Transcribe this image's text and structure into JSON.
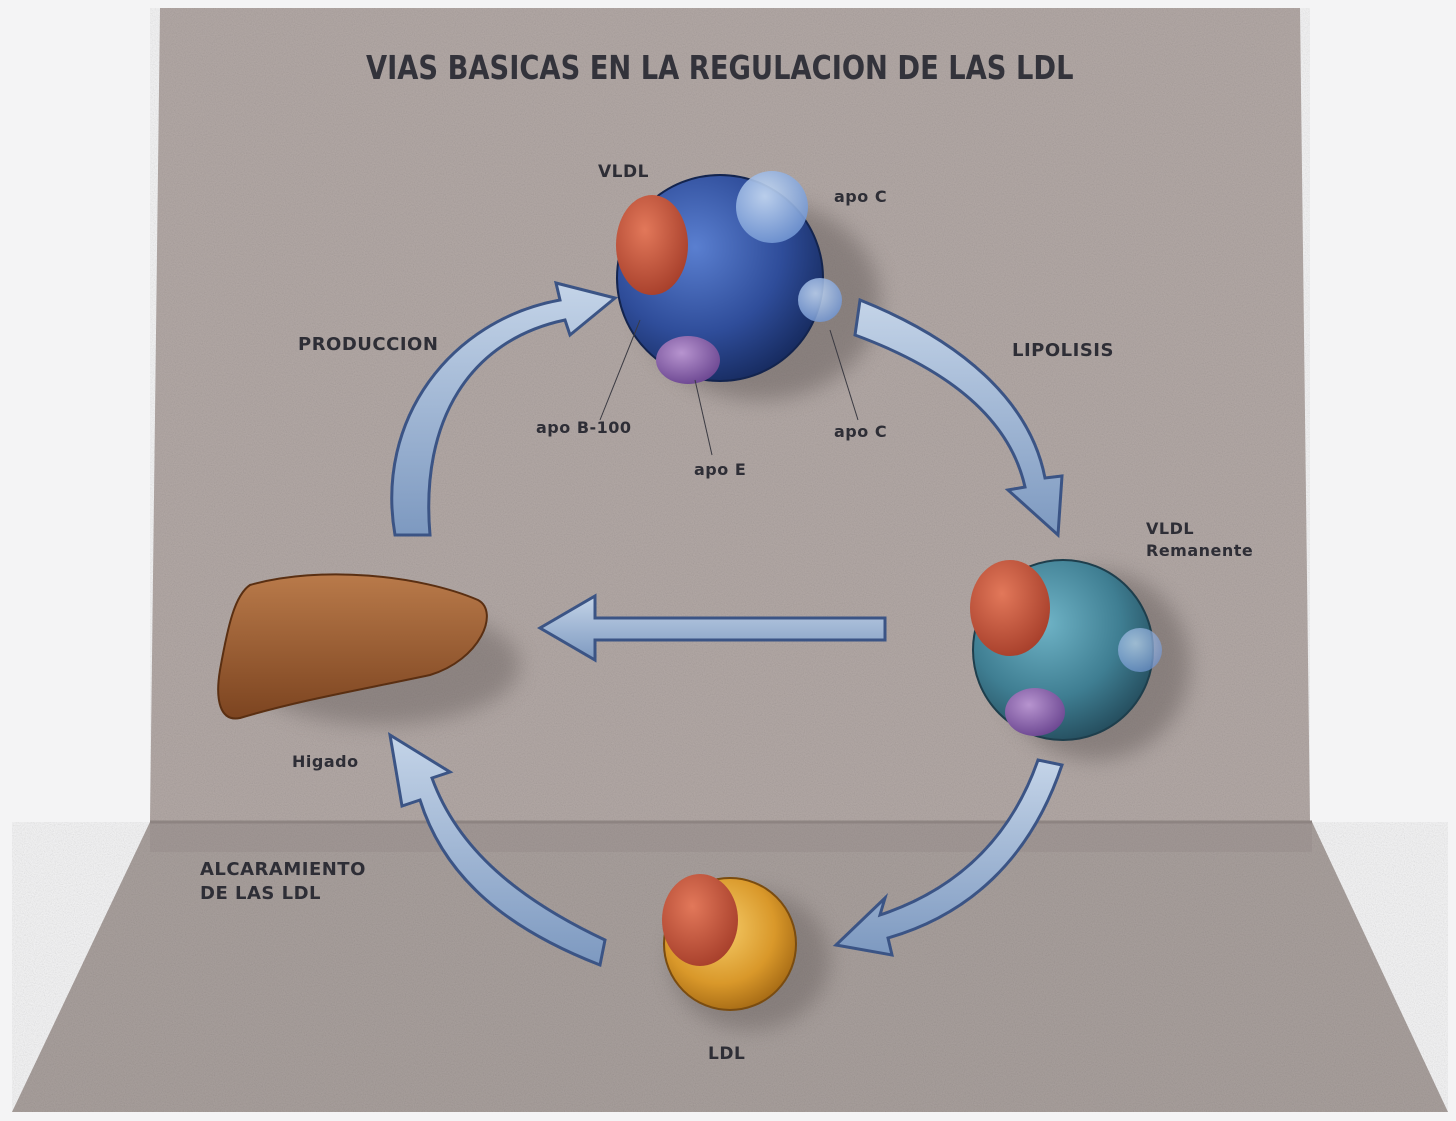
{
  "title": "VIAS BASICAS EN LA REGULACION DE LAS LDL",
  "stages": {
    "produccion": "PRODUCCION",
    "lipolisis": "LIPOLISIS",
    "aclaramiento": "ALCARAMIENTO\nDE LAS LDL"
  },
  "particles": {
    "vldl": "VLDL",
    "vldl_remanente": "VLDL\nRemanente",
    "ldl": "LDL",
    "higado": "Higado"
  },
  "apoproteins": {
    "apo_c_top": "apo C",
    "apo_c_bottom": "apo C",
    "apo_b100": "apo B-100",
    "apo_e": "apo E"
  },
  "colors": {
    "board": "#ada19d",
    "vldl": "#2f4d9a",
    "remanente": "#3f7e92",
    "ldl": "#d9982a",
    "apo_b100": "#c4553d",
    "apo_e": "#8a62a8",
    "liver": "#9a5a2a",
    "arrow": "#8fa9c9"
  }
}
